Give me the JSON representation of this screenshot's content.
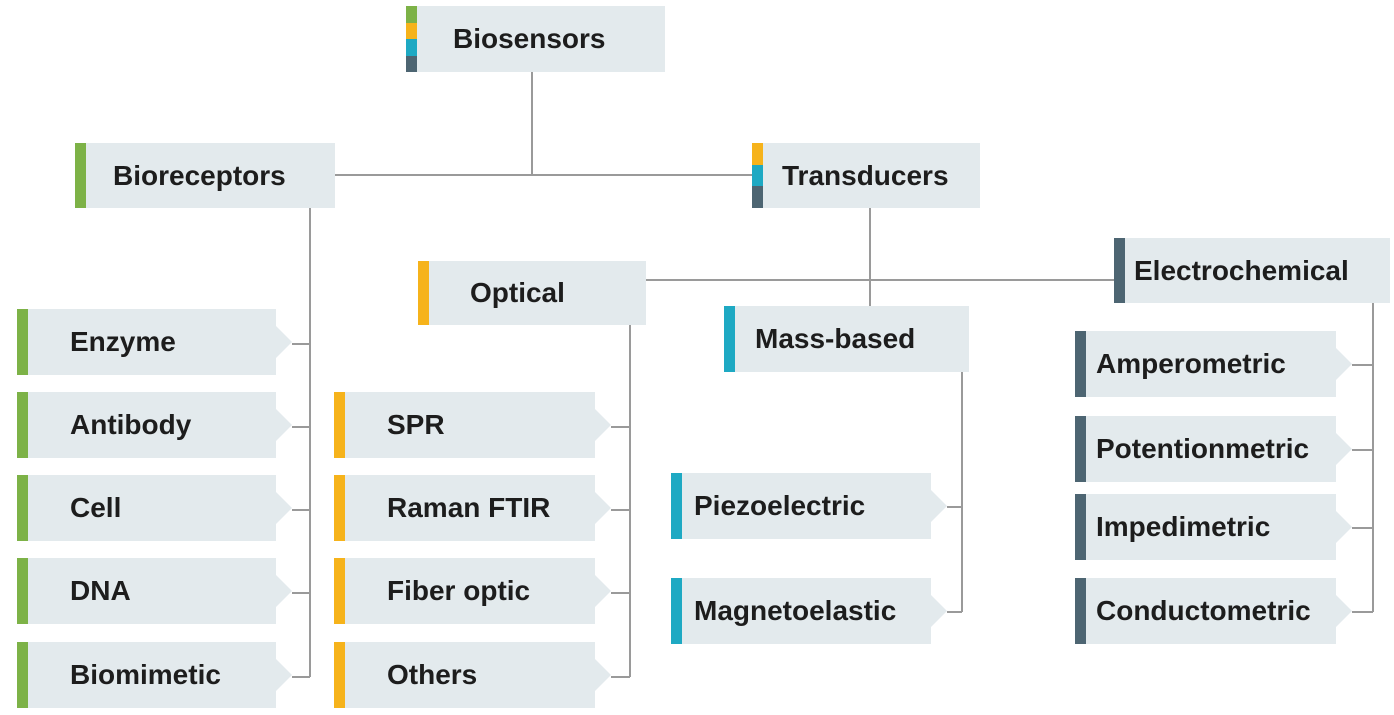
{
  "colors": {
    "bioreceptor": "#7db247",
    "optical": "#f6b31b",
    "mass": "#1ea9c3",
    "electrochemical": "#4d6572",
    "box": "#e3eaed",
    "line": "#9a9a9a"
  },
  "root": {
    "label": "Biosensors"
  },
  "bioreceptors": {
    "label": "Bioreceptors",
    "items": [
      "Enzyme",
      "Antibody",
      "Cell",
      "DNA",
      "Biomimetic"
    ]
  },
  "transducers": {
    "label": "Transducers",
    "optical": {
      "label": "Optical",
      "items": [
        "SPR",
        "Raman FTIR",
        "Fiber optic",
        "Others"
      ]
    },
    "mass": {
      "label": "Mass-based",
      "items": [
        "Piezoelectric",
        "Magnetoelastic"
      ]
    },
    "electrochemical": {
      "label": "Electrochemical",
      "items": [
        "Amperometric",
        "Potentionmetric",
        "Impedimetric",
        "Conductometric"
      ]
    }
  }
}
